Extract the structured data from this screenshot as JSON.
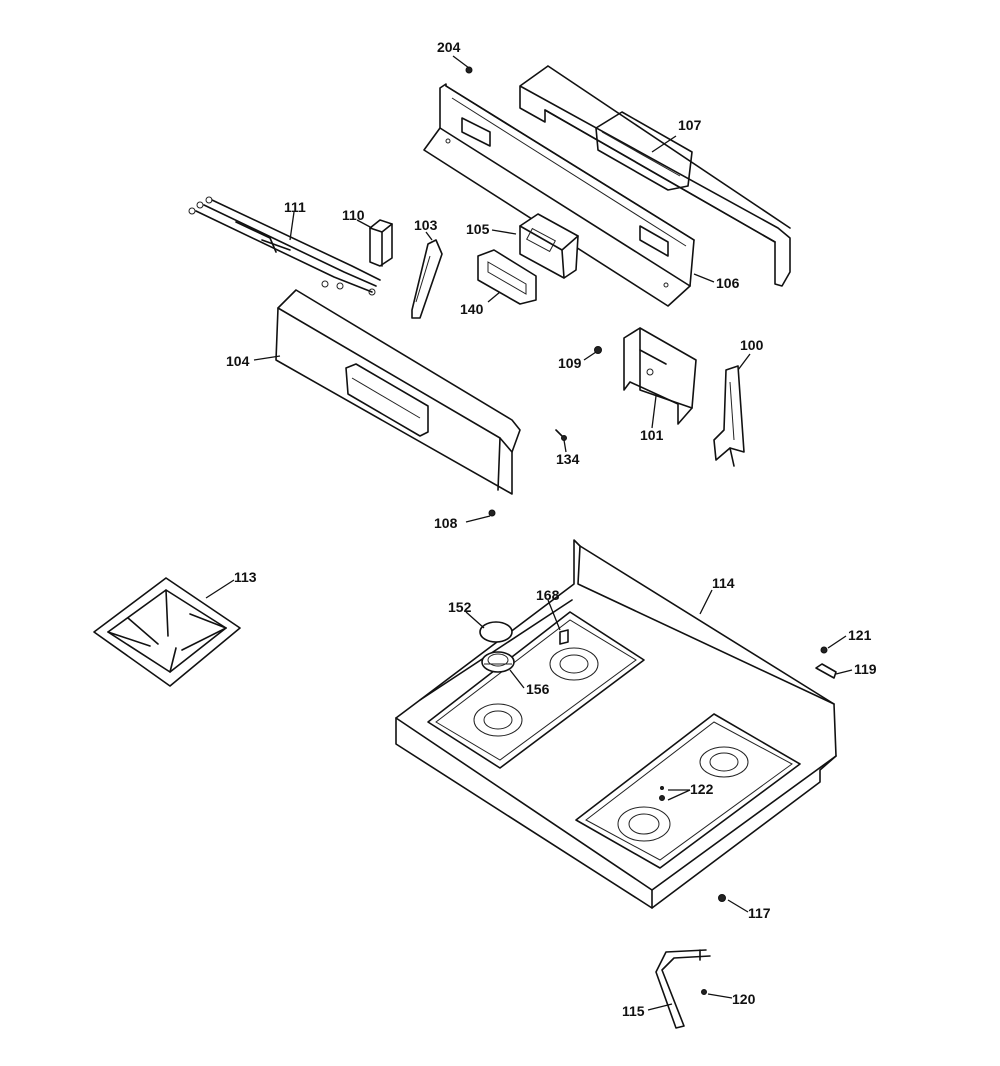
{
  "callouts": [
    {
      "id": "204",
      "label": "204"
    },
    {
      "id": "107",
      "label": "107"
    },
    {
      "id": "111",
      "label": "111"
    },
    {
      "id": "110",
      "label": "110"
    },
    {
      "id": "103",
      "label": "103"
    },
    {
      "id": "105",
      "label": "105"
    },
    {
      "id": "106",
      "label": "106"
    },
    {
      "id": "140",
      "label": "140"
    },
    {
      "id": "104",
      "label": "104"
    },
    {
      "id": "109",
      "label": "109"
    },
    {
      "id": "100",
      "label": "100"
    },
    {
      "id": "101",
      "label": "101"
    },
    {
      "id": "134",
      "label": "134"
    },
    {
      "id": "108",
      "label": "108"
    },
    {
      "id": "113",
      "label": "113"
    },
    {
      "id": "114",
      "label": "114"
    },
    {
      "id": "152",
      "label": "152"
    },
    {
      "id": "168",
      "label": "168"
    },
    {
      "id": "121",
      "label": "121"
    },
    {
      "id": "119",
      "label": "119"
    },
    {
      "id": "156",
      "label": "156"
    },
    {
      "id": "122",
      "label": "122"
    },
    {
      "id": "117",
      "label": "117"
    },
    {
      "id": "120",
      "label": "120"
    },
    {
      "id": "115",
      "label": "115"
    }
  ]
}
